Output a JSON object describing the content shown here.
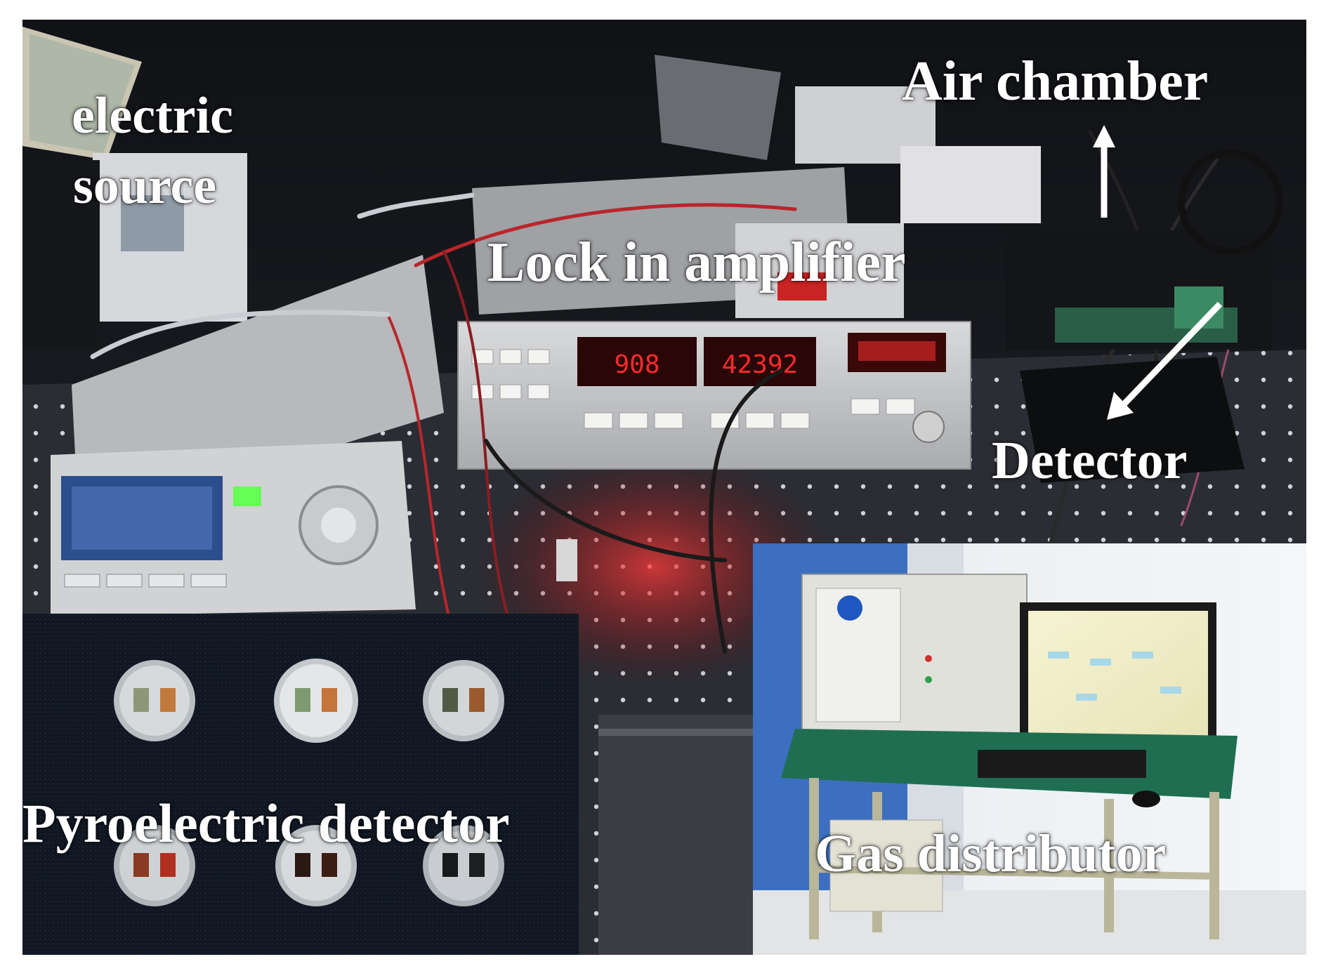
{
  "labels": {
    "electric_source_line1": "electric",
    "electric_source_line2": "source",
    "lock_in_amplifier": "Lock in amplifier",
    "air_chamber": "Air chamber",
    "detector": "Detector",
    "pyroelectric_detector": "Pyroelectric detector",
    "gas_distributor": "Gas distributor"
  },
  "displays": {
    "lockin_left": "908",
    "lockin_right": "42392"
  },
  "colors": {
    "label_text": "#ffffff",
    "led_red": "#ff2a2a",
    "optical_table": "#2a2c33",
    "cable_red": "#b8262b"
  },
  "icons": {
    "arrow_air_chamber": "arrow-up-icon",
    "arrow_detector": "arrow-down-left-icon"
  }
}
